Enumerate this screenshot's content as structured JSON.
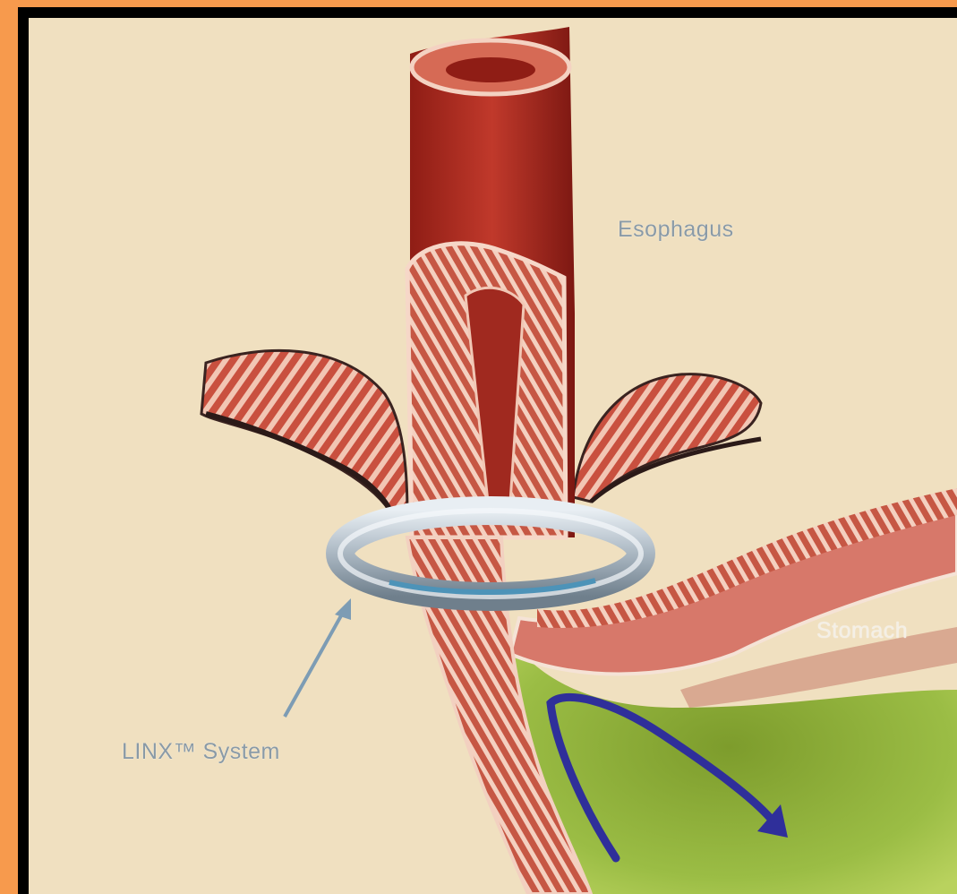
{
  "labels": {
    "esophagus": "Esophagus",
    "stomach": "Stomach",
    "linx": "LINX™ System"
  },
  "colors": {
    "outer_frame": "#f79a4d",
    "border": "#000000",
    "background": "#f0e0c0",
    "esophagus_red": "#a8281e",
    "muscle_pink": "#d9705a",
    "stomach_lining": "#8fb13a",
    "ring_silver": "#b8c4ce",
    "flow_arrow": "#2f2f9a",
    "pointer_arrow": "#7d9cb4"
  }
}
